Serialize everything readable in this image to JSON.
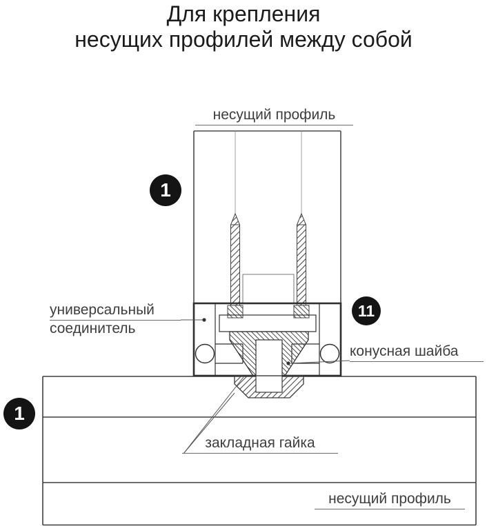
{
  "title": {
    "line1": "Для крепления",
    "line2": "несущих профилей между собой"
  },
  "labels": {
    "top_profile": "несущий профиль",
    "universal_connector_line1": "универсальный",
    "universal_connector_line2": "соединитель",
    "cone_washer": "конусная шайба",
    "embedded_nut": "закладная гайка",
    "bottom_profile": "несущий профиль"
  },
  "badges": {
    "detail_top": "1",
    "detail_connector": "11",
    "detail_bottom": "1"
  },
  "colors": {
    "line": "#3f3f3f",
    "badge_bg": "#141414",
    "badge_text": "#ffffff",
    "label_text": "#3d3d3d"
  }
}
